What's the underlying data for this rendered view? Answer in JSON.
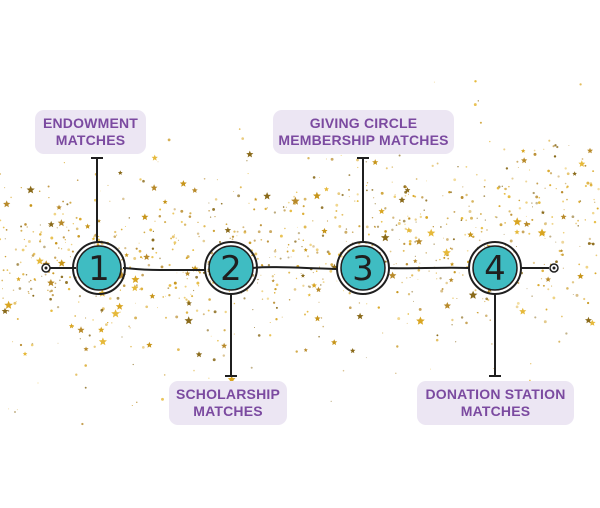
{
  "steps": [
    {
      "number": "1",
      "label_line1": "ENDOWMENT",
      "label_line2": "MATCHES",
      "label_position": "above"
    },
    {
      "number": "2",
      "label_line1": "SCHOLARSHIP",
      "label_line2": "MATCHES",
      "label_position": "below"
    },
    {
      "number": "3",
      "label_line1": "GIVING CIRCLE",
      "label_line2": "MEMBERSHIP MATCHES",
      "label_position": "above"
    },
    {
      "number": "4",
      "label_line1": "DONATION STATION",
      "label_line2": "MATCHES",
      "label_position": "below"
    }
  ],
  "colors": {
    "circle_fill": "#3fbcc2",
    "line": "#1f1f1f",
    "label_bg": "#ece6f3",
    "label_text": "#7b4aa0",
    "confetti_gold": "#d9a521",
    "confetti_dark": "#8a6a1a"
  }
}
